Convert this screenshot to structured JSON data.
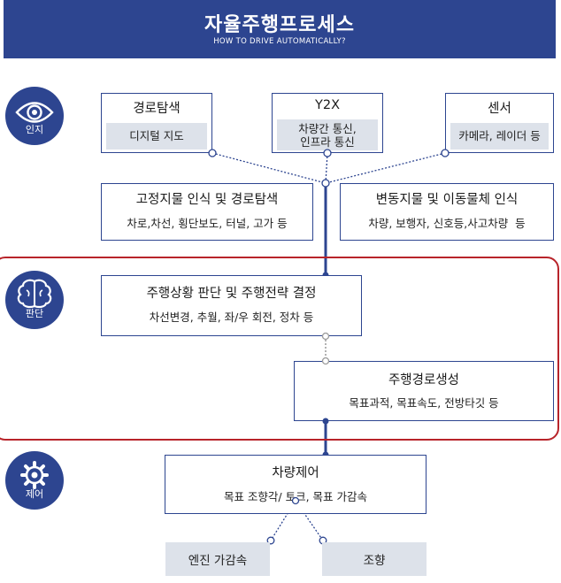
{
  "header": {
    "title": "자율주행프로세스",
    "subtitle": "HOW TO DRIVE AUTOMATICALLY?"
  },
  "stages": {
    "perception": {
      "label": "인지",
      "icon": "eye-icon"
    },
    "judgment": {
      "label": "판단",
      "icon": "brain-icon"
    },
    "control": {
      "label": "제어",
      "icon": "gear-icon"
    }
  },
  "sources": {
    "route": {
      "title": "경로탐색",
      "detail": "디지털 지도"
    },
    "y2x": {
      "title": "Y2X",
      "detail": "차량간 통신,\n인프라 통신"
    },
    "sensor": {
      "title": "센서",
      "detail": "카메라, 레이더 등"
    }
  },
  "recognition": {
    "fixed": {
      "title": "고정지물 인식 및 경로탐색",
      "detail": "차로,차선, 횡단보도, 터널, 고가 등"
    },
    "moving": {
      "title": "변동지물 및 이동물체 인식",
      "detail": "차량, 보행자, 신호등,사고차량  등"
    }
  },
  "judgment": {
    "decision": {
      "title": "주행상황 판단 및 주행전략 결정",
      "detail": "차선변경, 추월, 좌/우 회전, 정차 등"
    },
    "path": {
      "title": "주행경로생성",
      "detail": "목표과적, 목표속도, 전방타깃 등"
    }
  },
  "control": {
    "vehicle": {
      "title": "차량제어",
      "detail": "목표 조향각/ 토크, 목표 가감속"
    },
    "engine": "엔진 가감속",
    "steering": "조향"
  },
  "colors": {
    "navy": "#2d4590",
    "gray_fill": "#dde2ea",
    "highlight_frame": "#b8242a"
  }
}
